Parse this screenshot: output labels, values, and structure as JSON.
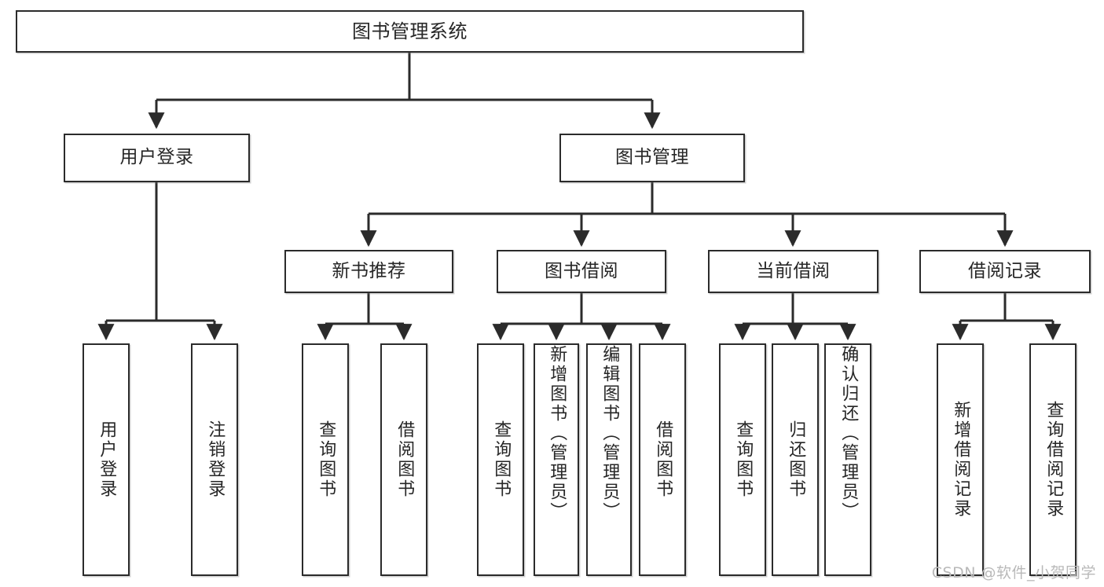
{
  "diagram": {
    "type": "tree",
    "title": "图书管理系统",
    "watermark": "CSDN @软件_小贺同学",
    "colors": {
      "border": "#2b2b2b",
      "background": "#ffffff",
      "text": "#262626",
      "watermark": "#b9b9b9"
    },
    "root": {
      "label": "图书管理系统"
    },
    "level2": [
      {
        "label": "用户登录"
      },
      {
        "label": "图书管理"
      }
    ],
    "level3": [
      {
        "label": "新书推荐"
      },
      {
        "label": "图书借阅"
      },
      {
        "label": "当前借阅"
      },
      {
        "label": "借阅记录"
      }
    ],
    "leaves": {
      "user_login": [
        {
          "label": "用户登录"
        },
        {
          "label": "注销登录"
        }
      ],
      "new_book_recommend": [
        {
          "label": "查询图书"
        },
        {
          "label": "借阅图书"
        }
      ],
      "book_borrow": [
        {
          "label": "查询图书"
        },
        {
          "label": "新增图书（管理员）"
        },
        {
          "label": "编辑图书（管理员）"
        },
        {
          "label": "借阅图书"
        }
      ],
      "current_borrow": [
        {
          "label": "查询图书"
        },
        {
          "label": "归还图书"
        },
        {
          "label": "确认归还（管理员）"
        }
      ],
      "borrow_record": [
        {
          "label": "新增借阅记录"
        },
        {
          "label": "查询借阅记录"
        }
      ]
    }
  }
}
